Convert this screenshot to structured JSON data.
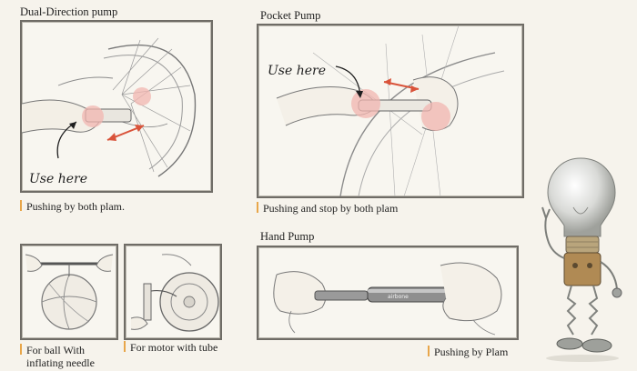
{
  "panels": {
    "dual": {
      "title": "Dual-Direction pump",
      "caption": "Pushing by both plam.",
      "annotation": "Use here"
    },
    "pocket": {
      "title": "Pocket Pump",
      "caption": "Pushing and stop by both plam",
      "annotation": "Use here"
    },
    "ball": {
      "caption_line1": "For ball With",
      "caption_line2": "inflating needle"
    },
    "motor": {
      "caption": "For motor with tube"
    },
    "hand": {
      "title": "Hand Pump",
      "caption": "Pushing by Plam",
      "pump_brand": "airbone"
    }
  },
  "colors": {
    "accent_bar": "#e8a64a",
    "arrow": "#d9533a",
    "highlight": "#f2b6b0"
  }
}
